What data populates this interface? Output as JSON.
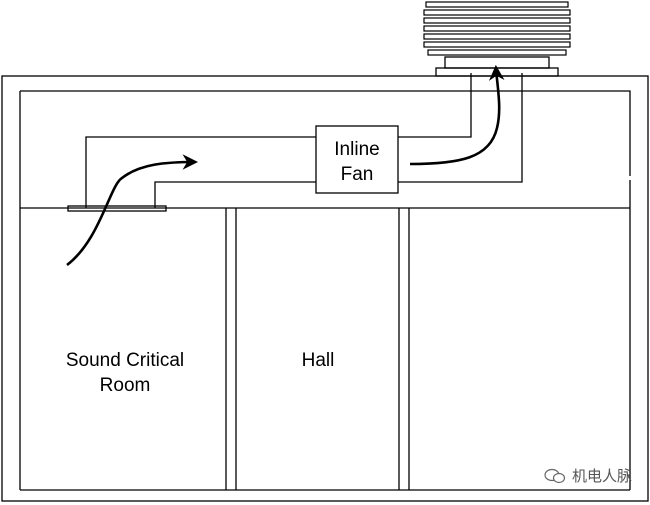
{
  "labels": {
    "fan_line1": "Inline",
    "fan_line2": "Fan",
    "room_line1": "Sound Critical",
    "room_line2": "Room",
    "hall": "Hall"
  },
  "watermark": {
    "text": "机电人脉"
  },
  "colors": {
    "stroke": "#000000",
    "background": "#ffffff"
  }
}
